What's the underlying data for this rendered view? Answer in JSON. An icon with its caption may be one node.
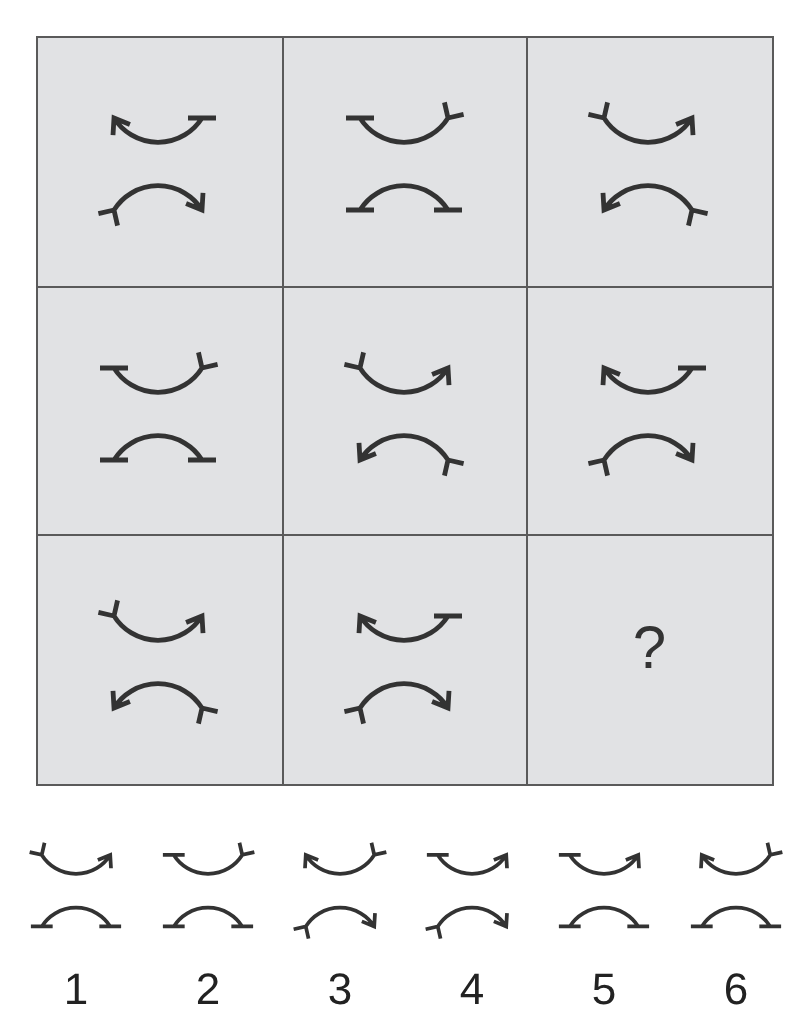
{
  "diagram": {
    "nodes": [
      {
        "text": [],
        "shape": "box"
      },
      {
        "text": [],
        "shape": "box"
      },
      {
        "text": [],
        "shape": "box"
      },
      {
        "text": [],
        "shape": "box"
      },
      {
        "text": [],
        "shape": "box"
      },
      {
        "text": [],
        "shape": "box"
      },
      {
        "text": [],
        "shape": "box"
      },
      {
        "text": [],
        "shape": "box"
      },
      {
        "text": [
          "?"
        ]
      }
    ],
    "labels": [
      "1",
      "2",
      "3",
      "4",
      "5",
      "6"
    ]
  }
}
